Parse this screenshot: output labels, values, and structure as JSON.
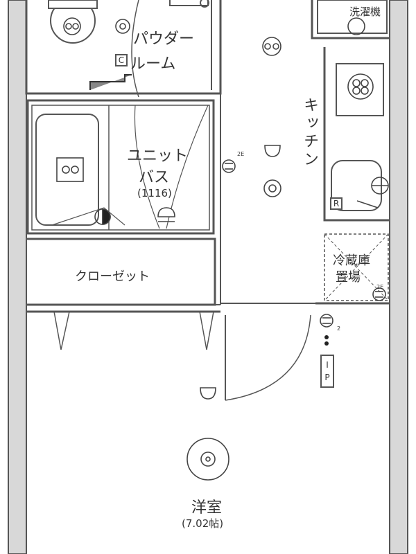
{
  "rooms": {
    "powder_room": "パウダー\nルーム",
    "powder_room_l1": "パウダー",
    "powder_room_l2": "ルーム",
    "unit_bath_l1": "ユニット",
    "unit_bath_l2": "バス",
    "unit_bath_size": "(1116)",
    "closet": "クローゼット",
    "kitchen": "キッチン",
    "fridge_l1": "冷蔵庫",
    "fridge_l2": "置場",
    "washer": "洗濯機",
    "western_room": "洋室",
    "western_room_area": "(7.02帖)"
  },
  "symbols": {
    "c_box": "C",
    "r_box": "R",
    "ip_box_1": "I",
    "ip_box_2": "P",
    "outlet_2e": "2E",
    "outlet_2e_b": "2E",
    "outlet_2": "2"
  }
}
